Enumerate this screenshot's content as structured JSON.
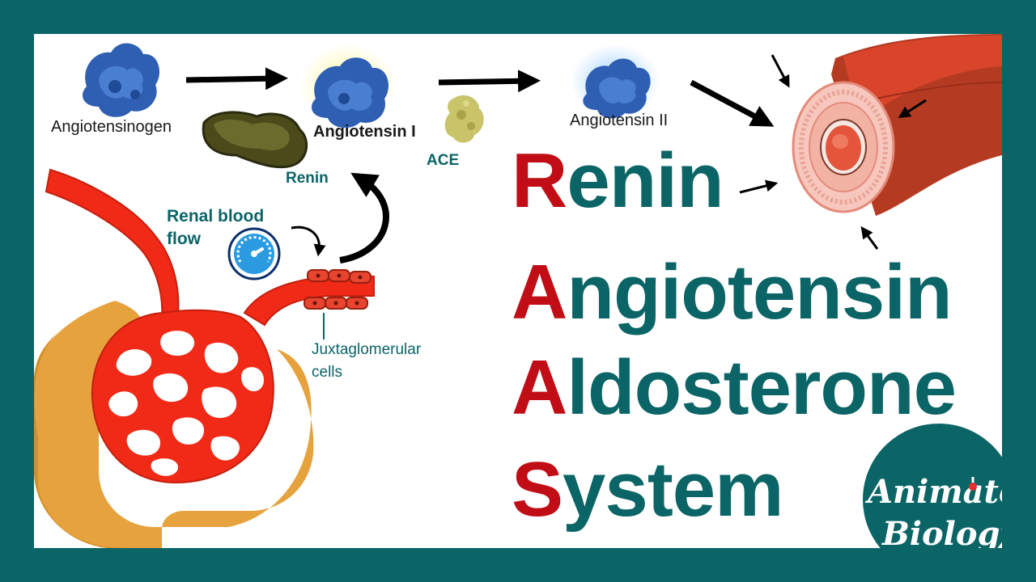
{
  "labels": {
    "angiotensinogen": "Angiotensinogen",
    "angiotensin_i": "Angiotensin I",
    "angiotensin_ii": "Angiotensin II",
    "ace": "ACE",
    "renin": "Renin",
    "renal_blood_flow_line1": "Renal blood",
    "renal_blood_flow_line2": "flow",
    "juxtaglomerular_line1": "Juxtaglomerular",
    "juxtaglomerular_line2": "cells"
  },
  "title": [
    {
      "initial": "R",
      "rest": "enin"
    },
    {
      "initial": "A",
      "rest": "ngiotensin"
    },
    {
      "initial": "A",
      "rest": "ldosterone"
    },
    {
      "initial": "S",
      "rest": "ystem"
    }
  ],
  "logo": {
    "line1": "Animated",
    "line2": "Biology"
  },
  "colors": {
    "frame": "#0b6466",
    "accent_red": "#c00d16",
    "teal_text": "#0b6466",
    "vessel_red": "#f02a16",
    "capsule_orange": "#e6a23c",
    "molecule_blue": "#2f5fb3"
  }
}
